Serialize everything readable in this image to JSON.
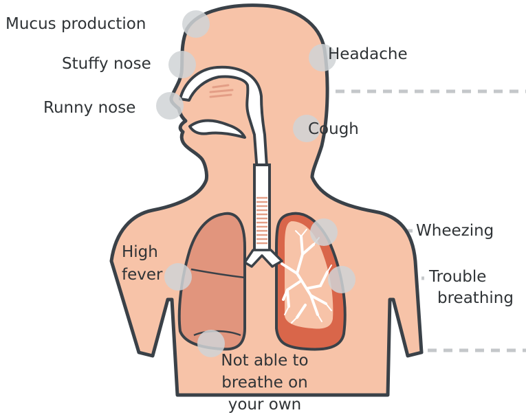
{
  "diagram": {
    "colors": {
      "skin": "#F7C3A8",
      "outline": "#3A4148",
      "lung_left": "#E1957D",
      "lung_right_outer": "#D9664A",
      "lung_right_inner": "#F7C3A8",
      "airway_fill": "#FFFFFF",
      "marker": "#D0D3D6",
      "leader": "#C4C7CA"
    },
    "labels": {
      "mucus": "Mucus production",
      "stuffy": "Stuffy nose",
      "runny": "Runny nose",
      "headache": "Headache",
      "cough": "Cough",
      "wheezing": "Wheezing",
      "trouble_1": "Trouble",
      "trouble_2": "breathing",
      "fever_1": "High",
      "fever_2": "fever",
      "notable_1": "Not able to",
      "notable_2": "breathe on",
      "notable_3": "your own"
    }
  }
}
